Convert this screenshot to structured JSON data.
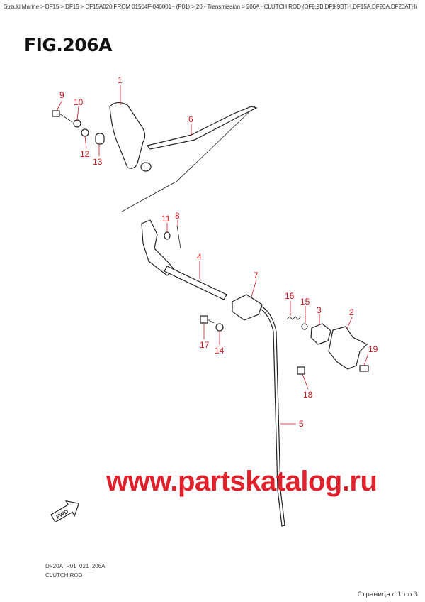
{
  "breadcrumb": "Suzuki Marine > DF15 > DF15 > DF15A020 FROM 01504F-040001~ (P01) > 20 - Transmission > 206A - CLUTCH ROD (DF9.9B,DF9.9BTH,DF15A,DF20A,DF20ATH)",
  "figure_title": "FIG.206A",
  "callouts": [
    "1",
    "9",
    "10",
    "6",
    "12",
    "13",
    "11",
    "8",
    "4",
    "7",
    "16",
    "15",
    "3",
    "2",
    "19",
    "17",
    "14",
    "18",
    "5"
  ],
  "fwd_label": "FWD",
  "watermark": "www.partskatalog.ru",
  "diagram_code": "DF20A_P01_021_206A",
  "caption": "CLUTCH ROD",
  "pagination": "Страница с 1 по 3",
  "colors": {
    "callout": "#d0121b",
    "watermark": "#e0202a"
  }
}
